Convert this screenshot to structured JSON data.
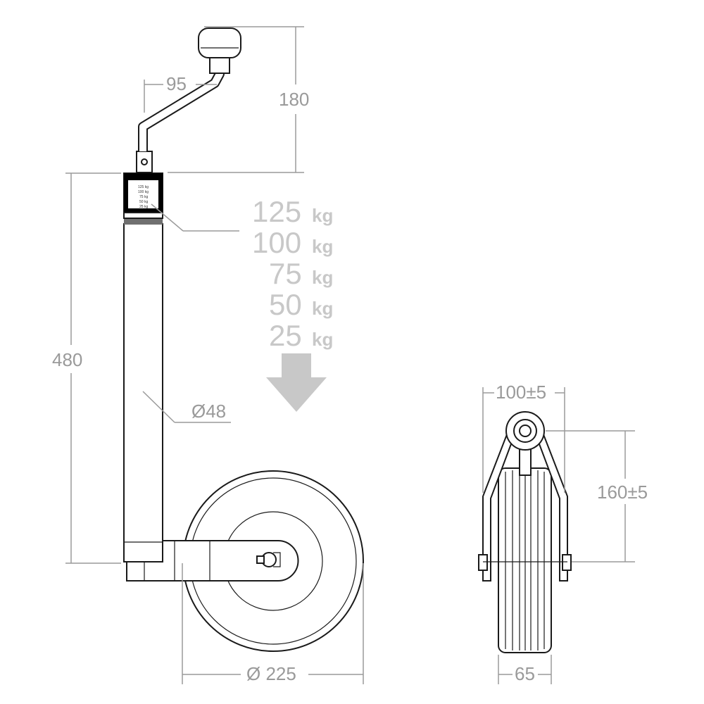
{
  "dimensions": {
    "crank_offset": "95",
    "crank_height": "180",
    "tube_length": "480",
    "tube_diameter": "Ø48",
    "wheel_diameter": "Ø 225",
    "fork_width": "100±5",
    "axle_height": "160±5",
    "tire_width": "65"
  },
  "load_scale": {
    "unit": "kg",
    "values": [
      "125",
      "100",
      "75",
      "50",
      "25"
    ]
  },
  "gauge_window": {
    "labels": [
      "125 kg",
      "100 kg",
      "75 kg",
      "50 kg",
      "25 kg"
    ]
  },
  "colors": {
    "line": "#1a1a1a",
    "dimension": "#9a9a9a",
    "load_text": "#c8c8c8",
    "arrow": "#c8c8c8",
    "gauge_band": "#000000"
  },
  "icons": {
    "load_arrow": "down-arrow-icon"
  }
}
